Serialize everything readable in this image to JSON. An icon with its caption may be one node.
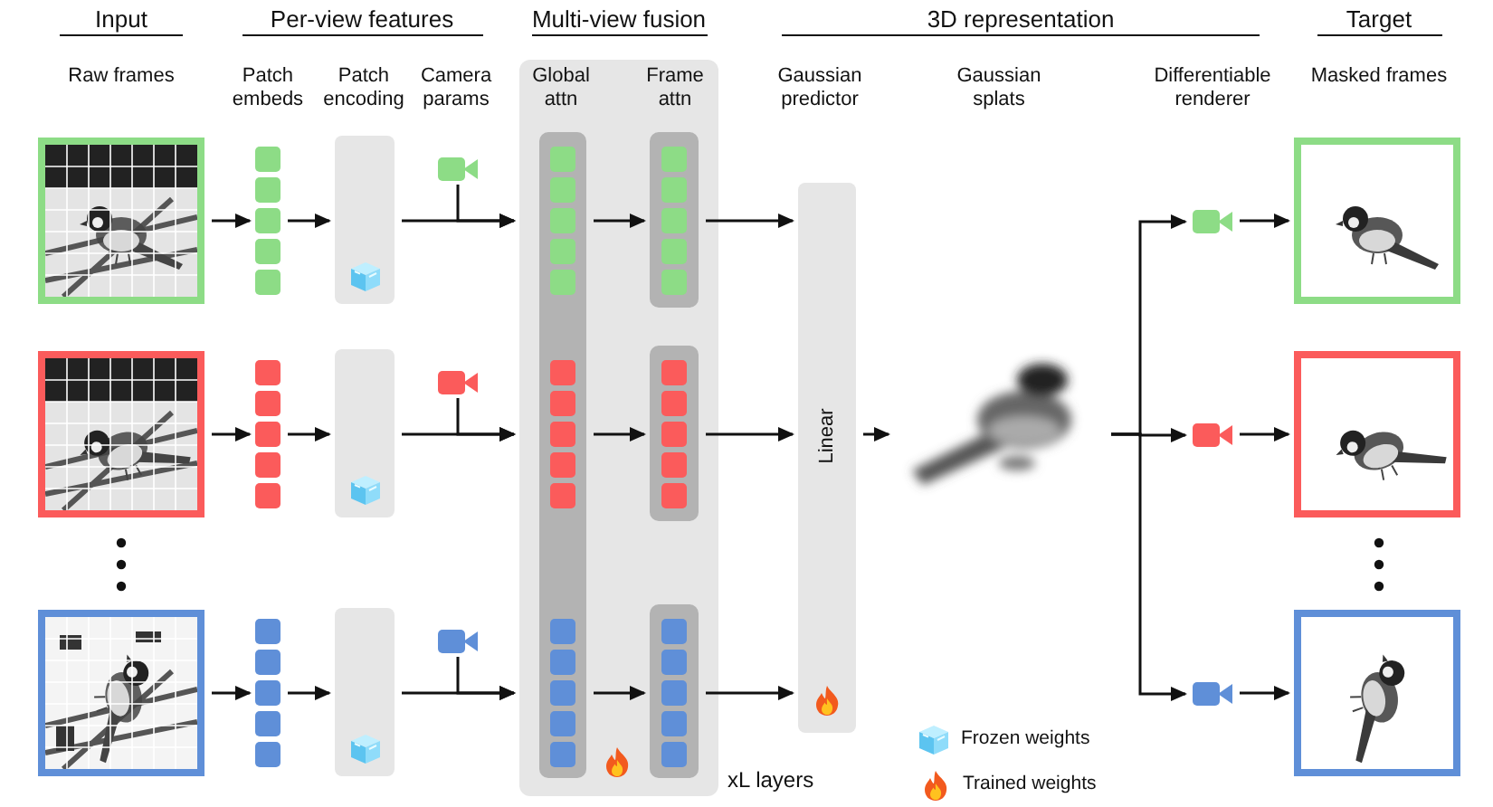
{
  "diagram": {
    "nodes": [
      {
        "text": [],
        "shape": "picture"
      },
      {
        "text": [],
        "shape": "picture"
      },
      {
        "text": [],
        "shape": "picture"
      },
      {
        "text": [],
        "shape": "bar"
      },
      {
        "text": [],
        "shape": "bar"
      },
      {
        "text": [],
        "shape": "bar"
      },
      {
        "text": [],
        "shape": "box"
      },
      {
        "text": [],
        "shape": "box"
      },
      {
        "text": [],
        "shape": "box"
      },
      {
        "text": [],
        "shape": "camera"
      },
      {
        "text": [],
        "shape": "camera"
      },
      {
        "text": [],
        "shape": "camera"
      },
      {
        "text": [],
        "shape": "box"
      },
      {
        "text": [],
        "shape": "bar",
        "in": 12
      },
      {
        "text": [],
        "shape": "bar",
        "in": 12
      },
      {
        "text": [],
        "shape": "bar",
        "in": 12
      },
      {
        "text": [],
        "shape": "bar",
        "in": 12
      },
      {
        "text": [
          "Linear"
        ]
      },
      {
        "text": [],
        "shape": "picture"
      },
      {
        "text": [],
        "shape": "camera"
      },
      {
        "text": [],
        "shape": "camera"
      },
      {
        "text": [],
        "shape": "camera"
      },
      {
        "text": [],
        "shape": "picture"
      },
      {
        "text": [],
        "shape": "picture"
      },
      {
        "text": [],
        "shape": "picture"
      }
    ],
    "edges": [
      {
        "from": 0,
        "to": 3,
        "arrow": "to"
      },
      {
        "from": 1,
        "to": 4,
        "arrow": "to"
      },
      {
        "from": 2,
        "to": 5,
        "arrow": "to"
      },
      {
        "from": 3,
        "to": 6,
        "arrow": "to"
      },
      {
        "from": 4,
        "to": 7,
        "arrow": "to"
      },
      {
        "from": 5,
        "to": 8,
        "arrow": "to"
      },
      {
        "from": 6,
        "to": 12,
        "arrow": "to"
      },
      {
        "from": 7,
        "to": 12,
        "arrow": "to"
      },
      {
        "from": 8,
        "to": 12,
        "arrow": "to"
      },
      {
        "from": 9,
        "to": 12,
        "arrow": "to"
      },
      {
        "from": 10,
        "to": 12,
        "arrow": "to"
      },
      {
        "from": 11,
        "to": 12,
        "arrow": "to"
      },
      {
        "from": 13,
        "to": 14,
        "arrow": "to"
      },
      {
        "from": 13,
        "to": 15,
        "arrow": "to"
      },
      {
        "from": 13,
        "to": 16,
        "arrow": "to"
      },
      {
        "from": 14,
        "to": 17,
        "arrow": "to"
      },
      {
        "from": 15,
        "to": 17,
        "arrow": "to"
      },
      {
        "from": 16,
        "to": 17,
        "arrow": "to"
      },
      {
        "from": 17,
        "to": 18,
        "arrow": "to"
      },
      {
        "from": 18,
        "to": 19,
        "arrow": "to"
      },
      {
        "from": 18,
        "to": 20,
        "arrow": "to"
      },
      {
        "from": 18,
        "to": 21,
        "arrow": "to"
      },
      {
        "from": 19,
        "to": 22,
        "arrow": "to"
      },
      {
        "from": 20,
        "to": 23,
        "arrow": "to"
      },
      {
        "from": 21,
        "to": 24,
        "arrow": "to"
      }
    ],
    "labels": [
      "Input",
      "Per-view features",
      "Multi-view fusion",
      "3D representation",
      "Target",
      "Raw frames",
      "Patch embeds",
      "Patch encoding",
      "Camera params",
      "Global attn",
      "Frame attn",
      "Gaussian predictor",
      "Gaussian splats",
      "Differentiable renderer",
      "Masked frames",
      "xL layers"
    ],
    "legend": [
      {
        "text": "Frozen weights"
      },
      {
        "text": "Trained weights"
      }
    ]
  }
}
